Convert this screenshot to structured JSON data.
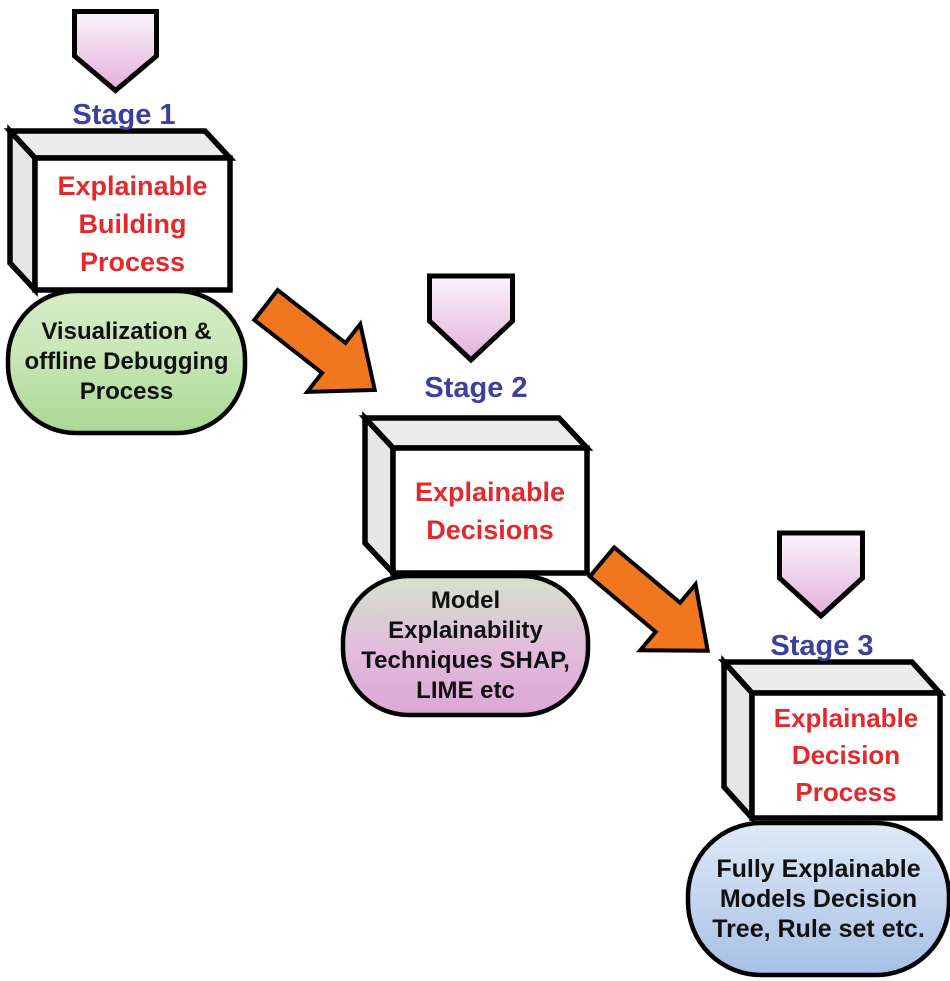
{
  "diagram": {
    "stages": [
      {
        "label": "Stage 1",
        "box_text": "Explainable\nBuilding\nProcess",
        "detail_text": "Visualization &\noffline Debugging\nProcess"
      },
      {
        "label": "Stage 2",
        "box_text": "Explainable\nDecisions",
        "detail_text": "Model\nExplainability\nTechniques SHAP,\nLIME etc"
      },
      {
        "label": "Stage 3",
        "box_text": "Explainable\nDecision\nProcess",
        "detail_text": "Fully Explainable\nModels Decision\nTree, Rule set etc."
      }
    ],
    "icons": {
      "stage_pointer": "pentagon-down-pointer",
      "flow_arrow": "thick-arrow-down-right"
    },
    "colors": {
      "stage_label_blue": "#3b3f9e",
      "box_text_red": "#e22a2e",
      "bubble_text_black": "#111111",
      "arrow_orange": "#f0761f",
      "outline_black": "#000000",
      "pentagon_gradient_top": "#fbf4fa",
      "pentagon_gradient_bottom": "#e2b0dc",
      "bubble1_green_top": "#d5edc6",
      "bubble1_green_bottom": "#a9d893",
      "bubble2_green_top": "#d4e3cc",
      "bubble2_pink_bottom": "#dba8d5",
      "bubble3_blue_top": "#dfe9f7",
      "bubble3_blue_bottom": "#a6c0e6",
      "box_front_face": "#ffffff",
      "box_top_face": "#ececec",
      "box_side_face": "#e6e6e6"
    }
  }
}
